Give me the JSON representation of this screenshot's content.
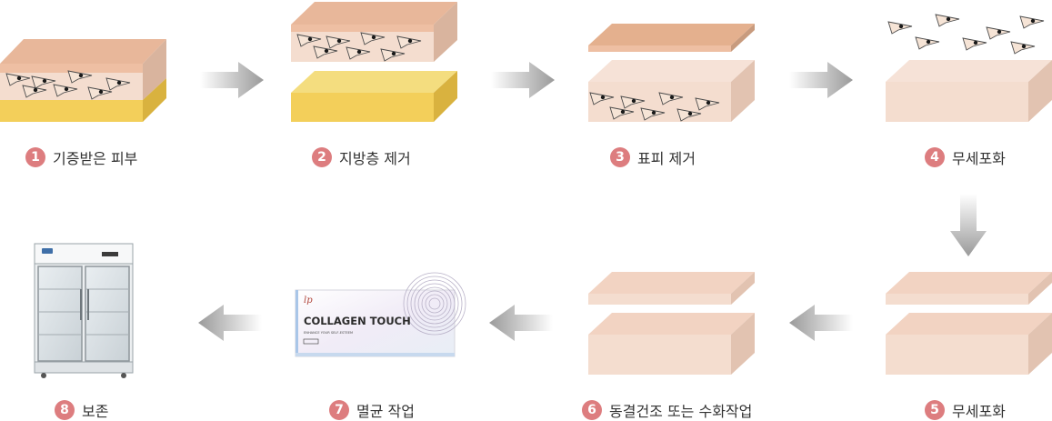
{
  "colors": {
    "skin_top": "#e8b79a",
    "skin_front": "#f2d9cc",
    "skin_side": "#e2c3b1",
    "skin_epi_top": "#e4b08e",
    "skin_epi_front": "#eebfa3",
    "skin_epi_side": "#c89b7e",
    "fat_top": "#f4dd7f",
    "fat_front": "#f3cf5a",
    "fat_side": "#d9b23f",
    "arrow": "#9a9a9a",
    "badge": "#dd7d7f"
  },
  "steps": [
    {
      "num": "1",
      "label": "기증받은 피부"
    },
    {
      "num": "2",
      "label": "지방층 제거"
    },
    {
      "num": "3",
      "label": "표피 제거"
    },
    {
      "num": "4",
      "label": "무세포화"
    },
    {
      "num": "5",
      "label": "무세포화"
    },
    {
      "num": "6",
      "label": "동결건조 또는 수화작업"
    },
    {
      "num": "7",
      "label": "멸균 작업"
    },
    {
      "num": "8",
      "label": "보존"
    }
  ],
  "product": {
    "title": "COLLAGEN TOUCH",
    "subtitle": "ENHANCE YOUR SELF-ESTEEM",
    "logo_icon": "brand-logo-icon"
  },
  "icons": [
    "cell-icon",
    "arrow-right-icon",
    "arrow-down-icon",
    "arrow-left-icon",
    "refrigerator-icon"
  ]
}
